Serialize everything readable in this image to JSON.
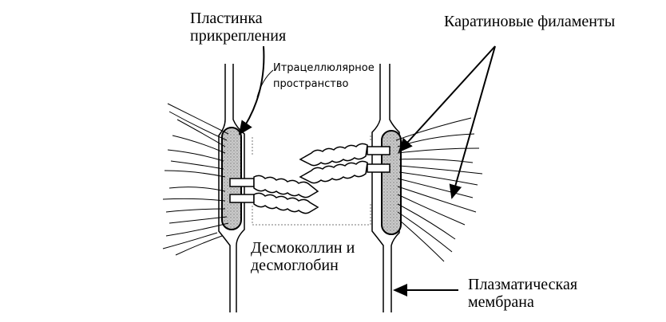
{
  "labels": {
    "attachment_plaque": [
      "Пластинка",
      "прикрепления"
    ],
    "intracellular_space": [
      "Итрацеллюлярное",
      "пространство"
    ],
    "keratin_filaments": "Каратиновые филаменты",
    "desmocollin": [
      "Десмоколлин и",
      "десмоглобин"
    ],
    "plasma_membrane": [
      "Плазматическая",
      "мембрана"
    ]
  },
  "colors": {
    "ink": "#000000",
    "plaque_fill": "#b8b8b8",
    "background": "#ffffff"
  }
}
